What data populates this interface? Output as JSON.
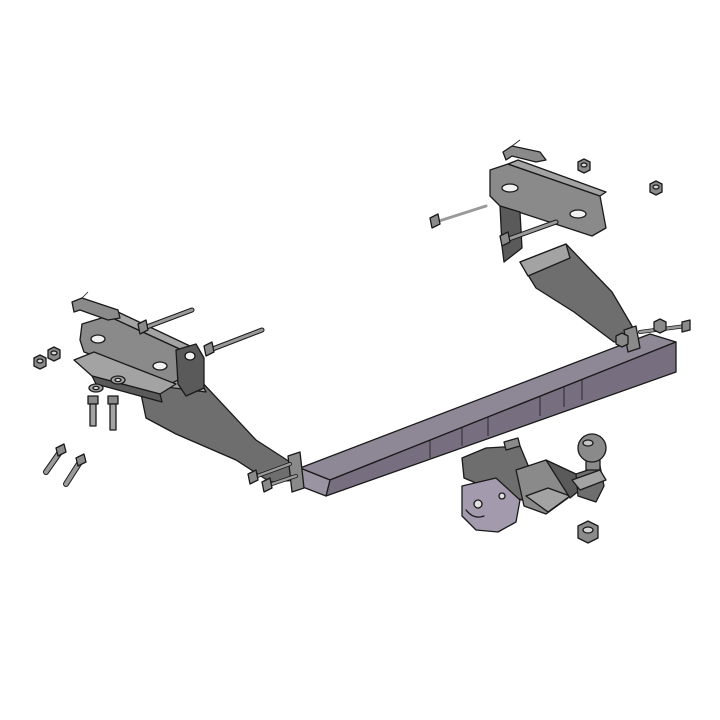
{
  "figure": {
    "description_visible_text": "",
    "background": "#ffffff",
    "colors": {
      "line": "#1a1a1a",
      "steel_light": "#a3a3a3",
      "steel_mid": "#8a8a8a",
      "steel_dark": "#6e6e6e",
      "beam_top": "#8e8796",
      "beam_front": "#776f80",
      "ball_plate": "#a49aae"
    },
    "icons": [
      "crossbar-beam",
      "left-mounting-bracket",
      "right-mounting-bracket",
      "tow-ball",
      "socket-plate",
      "bolt",
      "hex-nut",
      "washer"
    ]
  }
}
